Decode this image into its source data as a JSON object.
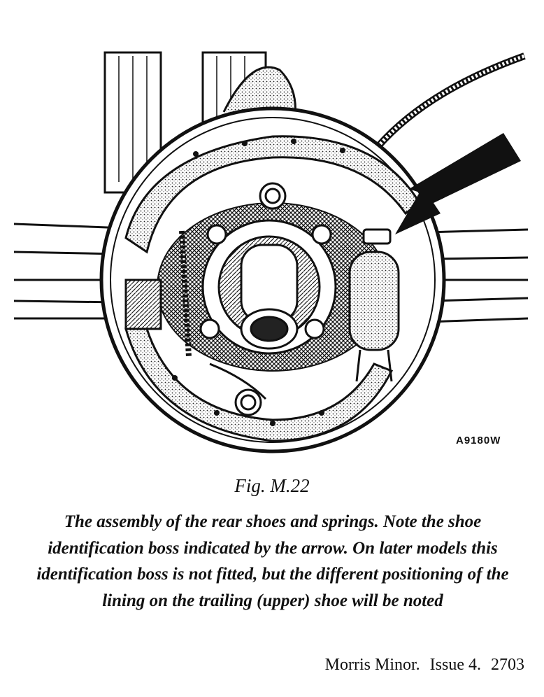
{
  "figure": {
    "plate_code": "A9180W",
    "title": "Fig. M.22",
    "caption": "The assembly of the rear shoes and springs. Note the shoe identification boss indicated by the arrow. On later models this identification boss is not fitted, but the different positioning of the lining on the trailing (upper) shoe will be noted"
  },
  "footer": {
    "model": "Morris Minor.",
    "issue": "Issue 4.",
    "page": "2703"
  }
}
